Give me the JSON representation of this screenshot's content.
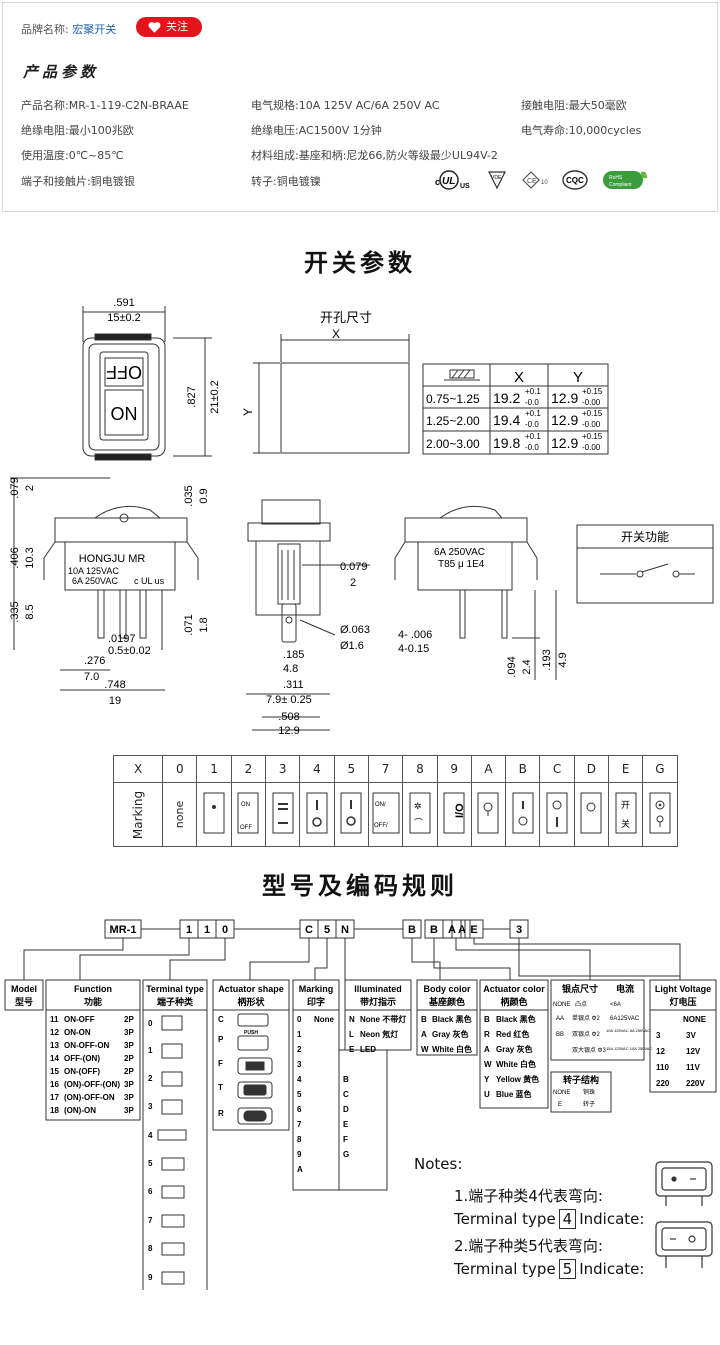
{
  "shop": {
    "label": "品牌名称:",
    "name": "宏聚开关",
    "follow": "关注"
  },
  "product_params": {
    "title": "产品参数",
    "rows": [
      [
        "产品名称:MR-1-119-C2N-BRAAE",
        "电气规格:10A  125V  AC/6A 250V  AC",
        "接触电阻:最大50毫欧"
      ],
      [
        "绝缘电阻:最小100兆欧",
        "绝缘电压:AC1500V 1分钟",
        "电气寿命:10,000cycles"
      ],
      [
        "使用温度:0℃~85℃",
        "材料组成:基座和柄:尼龙66,防火等级最少UL94V-2",
        ""
      ],
      [
        "端子和接触片:铜电镀银",
        "转子:铜电镀镍",
        ""
      ]
    ],
    "cert_marks": [
      "cULus",
      "VDE",
      "CE10",
      "CQC",
      "RoHS Compliant"
    ]
  },
  "section1_title": "开关参数",
  "section2_title": "型号及编码规则",
  "drawing": {
    "top_w1": ".591",
    "top_w2": "15±0.2",
    "top_h1": ".827",
    "top_h2": "21±0.2",
    "off": "OFF",
    "on": "ON",
    "cutout_title": "开孔尺寸",
    "cut_x": "X",
    "cut_y": "Y",
    "cut_table": {
      "headers": [
        "",
        "X",
        "Y"
      ],
      "rows": [
        [
          "0.75~1.25",
          "19.2",
          "+0.1",
          "-0.0",
          "12.9",
          "+0.15",
          "-0.00"
        ],
        [
          "1.25~2.00",
          "19.4",
          "+0.1",
          "-0.0",
          "12.9",
          "+0.15",
          "-0.00"
        ],
        [
          "2.00~3.00",
          "19.8",
          "+0.1",
          "-0.0",
          "12.9",
          "+0.15",
          "-0.00"
        ]
      ]
    },
    "side": {
      "d079": ".079",
      "d2": "2",
      "d035": ".035",
      "d09": "0.9",
      "d406": ".406",
      "d103": "10.3",
      "d335": ".335",
      "d85": "8.5",
      "d071": ".071",
      "d18": "1.8",
      "d0197": ".0197",
      "d05": "0.5±0.02",
      "d276": ".276",
      "d70": "7.0",
      "d748": ".748",
      "d19": "19",
      "brand": "HONGJU MR",
      "r1": "10A 125VAC",
      "r2": "6A 250VAC",
      "ul": "c UL us"
    },
    "front": {
      "d0079": "0.079",
      "d2b": "2",
      "d063": "Ø.063",
      "d16": "Ø1.6",
      "d185": ".185",
      "d48": "4.8",
      "d311": ".311",
      "d79": "7.9± 0.25",
      "d508": ".508",
      "d129": "12.9"
    },
    "back": {
      "r1": "6A  250VAC",
      "r2": "T85  μ  1E4",
      "d006": "4- .006",
      "d015": "4-0.15",
      "d094": ".094",
      "d24": "2.4",
      "d193": ".193",
      "d49": "4.9"
    },
    "function_box": {
      "title": "开关功能"
    }
  },
  "marking_table": {
    "header": [
      "X",
      "0",
      "1",
      "2",
      "3",
      "4",
      "5",
      "7",
      "8",
      "9",
      "A",
      "B",
      "C",
      "D",
      "E",
      "G"
    ],
    "row_label": "Marking",
    "none_label": "none"
  },
  "code": {
    "parts": [
      "MR-1",
      "1",
      "1",
      "0",
      "C",
      "5",
      "N",
      "B",
      "B",
      "A",
      "A",
      "E",
      "3"
    ],
    "model": {
      "en": "Model",
      "cn": "型号"
    },
    "function": {
      "en": "Function",
      "cn": "功能",
      "rows": [
        [
          "11",
          "ON-OFF",
          "2P"
        ],
        [
          "12",
          "ON-ON",
          "3P"
        ],
        [
          "13",
          "ON-OFF-ON",
          "3P"
        ],
        [
          "14",
          "OFF-(ON)",
          "2P"
        ],
        [
          "15",
          "ON-(OFF)",
          "2P"
        ],
        [
          "16",
          "(ON)-OFF-(ON)",
          "3P"
        ],
        [
          "17",
          "(ON)-OFF-ON",
          "3P"
        ],
        [
          "18",
          "(ON)-ON",
          "3P"
        ]
      ]
    },
    "terminal": {
      "en": "Terminal type",
      "cn": "端子种类",
      "rows": [
        "0",
        "1",
        "2",
        "3",
        "4",
        "5",
        "6",
        "7",
        "8",
        "9"
      ]
    },
    "actuator_shape": {
      "en": "Actuator shape",
      "cn": "柄形状",
      "rows": [
        "C",
        "P",
        "F",
        "T",
        "R"
      ],
      "push": "PUSH"
    },
    "marking": {
      "en": "Marking",
      "cn": "印字",
      "rows": [
        "0",
        "1",
        "2",
        "3",
        "4",
        "5",
        "6",
        "7",
        "8",
        "9",
        "A"
      ],
      "none": "None",
      "rows2": [
        "B",
        "C",
        "D",
        "E",
        "F",
        "G"
      ]
    },
    "illuminated": {
      "en": "Illuminated",
      "cn": "带灯指示",
      "rows": [
        [
          "N",
          "None 不带灯"
        ],
        [
          "L",
          "Neon 氖灯"
        ],
        [
          "E",
          "LED"
        ]
      ]
    },
    "body_color": {
      "en": "Body color",
      "cn": "基座颜色",
      "rows": [
        [
          "B",
          "Black 黑色"
        ],
        [
          "A",
          "Gray 灰色"
        ],
        [
          "W",
          "White 白色"
        ]
      ]
    },
    "actuator_color": {
      "en": "Actuator color",
      "cn": "柄颜色",
      "rows": [
        [
          "B",
          "Black 黑色"
        ],
        [
          "R",
          "Red 红色"
        ],
        [
          "A",
          "Gray 灰色"
        ],
        [
          "W",
          "White 白色"
        ],
        [
          "Y",
          "Yellow 黄色"
        ],
        [
          "U",
          "Blue 蓝色"
        ]
      ]
    },
    "silver": {
      "h1": "银点尺寸",
      "h2": "电流",
      "rows": [
        [
          "NONE",
          "凸点",
          "<6A"
        ],
        [
          "AA",
          "单银点 Φ2",
          "6A125VAC"
        ],
        [
          "BB",
          "双银点 Φ2",
          "10A 125VAC 6A 250VAC"
        ],
        [
          "",
          "双大银点 Φ3",
          "15A 125VAC 10A 250VAC"
        ]
      ]
    },
    "rotor": {
      "h": "转子结构",
      "rows": [
        [
          "NONE",
          "铜珠"
        ],
        [
          "E",
          "转子"
        ]
      ]
    },
    "light_voltage": {
      "en": "Light Voltage",
      "cn": "灯电压",
      "rows": [
        [
          "",
          "NONE"
        ],
        [
          "3",
          "3V"
        ],
        [
          "12",
          "12V"
        ],
        [
          "110",
          "11V"
        ],
        [
          "220",
          "220V"
        ]
      ]
    }
  },
  "notes": {
    "title": "Notes:",
    "n1": "1.端子种类4代表弯向:",
    "n1b": "Terminal type",
    "n1v": "4",
    "n1c": "Indicate:",
    "n2": "2.端子种类5代表弯向:",
    "n2b": "Terminal type",
    "n2v": "5",
    "n2c": "Indicate:"
  },
  "colors": {
    "accent_red": "#e4141d",
    "link_blue": "#1c5fb3",
    "rohs_green": "#3a9c3a"
  }
}
